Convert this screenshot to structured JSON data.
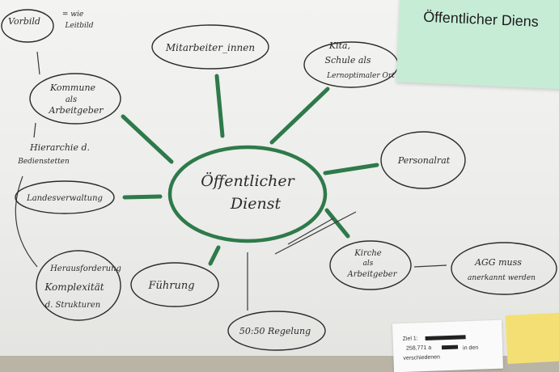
{
  "sticky_note": {
    "text": "Öffentlicher Diens"
  },
  "center": {
    "line1": "Öffentlicher",
    "line2": "Dienst"
  },
  "nodes": {
    "mitarbeiter": "Mitarbeiter_innen",
    "kita": {
      "line1": "Kita,",
      "line2": "Schule als",
      "line3": "Lernoptimaler Ort"
    },
    "kommune": {
      "line1": "Kommune",
      "line2": "als",
      "line3": "Arbeitgeber"
    },
    "personalrat": "Personalrat",
    "landesverwaltung": "Landesverwaltung",
    "kirche": {
      "line1": "Kirche",
      "line2": "als",
      "line3": "Arbeitgeber"
    },
    "agg": {
      "line1": "AGG muss",
      "line2": "anerkannt werden"
    },
    "fuehrung": "Führung",
    "regelung": "50:50 Regelung",
    "herausforderung": {
      "line1": "Herausforderung",
      "line2": "Komplexität",
      "line3": "d. Strukturen"
    },
    "vorbild": {
      "line1": "Vorbild",
      "line2": "= wie",
      "line3": "Leitbild"
    },
    "hierarchie": {
      "line1": "Hierarchie d.",
      "line2": "Bedienstetten"
    }
  },
  "paper_note": {
    "line1": "Ziel 1:",
    "line2": "258,771 a",
    "line3": "in den",
    "line4": "verschiedenen"
  },
  "colors": {
    "marker_green": "#2e7a4a",
    "sticky_green": "#c7ecd6"
  }
}
